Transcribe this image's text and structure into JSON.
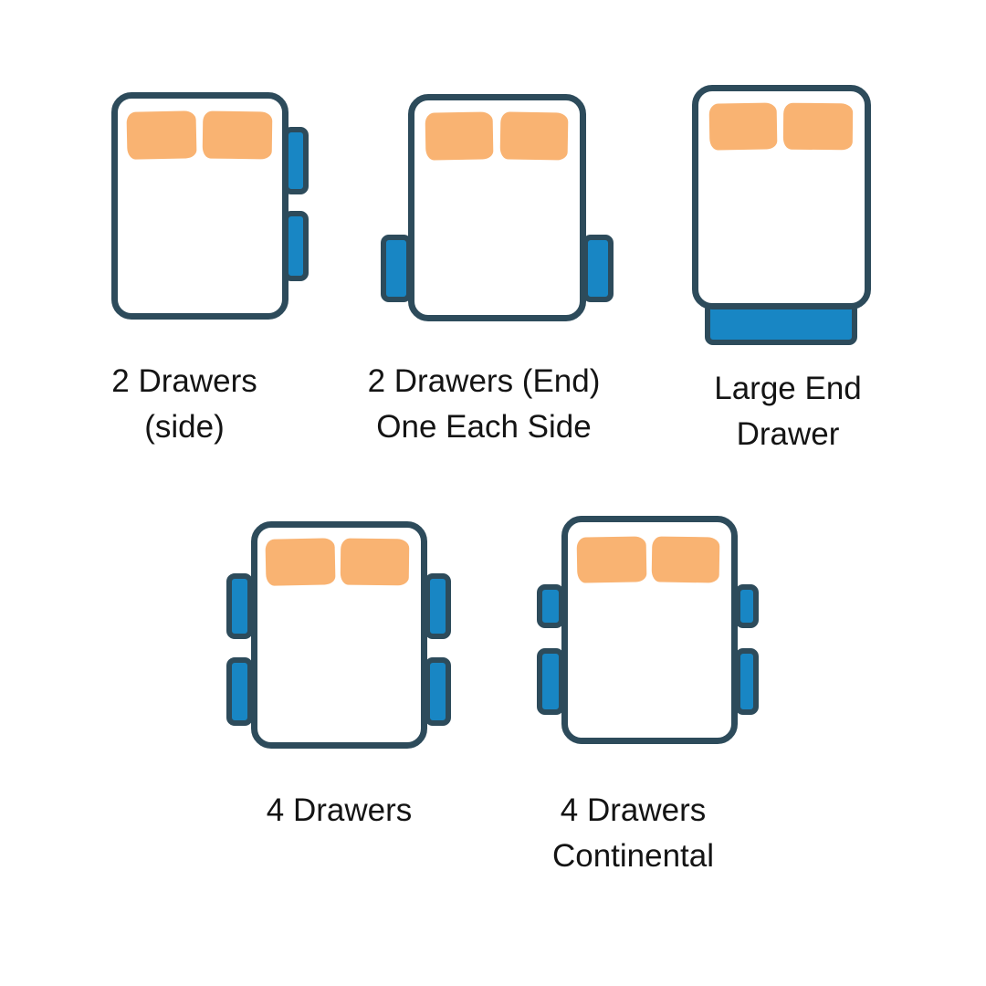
{
  "colors": {
    "outline": "#2d4b5b",
    "drawer_blue": "#1886c4",
    "pillow_orange": "#f9b372",
    "text": "#141414",
    "background": "#ffffff"
  },
  "options": [
    {
      "name": "2-drawers-side",
      "label_lines": [
        "2 Drawers",
        "(side)"
      ],
      "drawer_count": 2,
      "drawer_layout": "two drawers stacked on right side"
    },
    {
      "name": "2-drawers-end-one-each-side",
      "label_lines": [
        "2 Drawers (End)",
        "One Each Side"
      ],
      "drawer_count": 2,
      "drawer_layout": "one drawer each side near foot end"
    },
    {
      "name": "large-end-drawer",
      "label_lines": [
        "Large End",
        "Drawer"
      ],
      "drawer_count": 1,
      "drawer_layout": "full-width drawer at foot end"
    },
    {
      "name": "4-drawers",
      "label_lines": [
        "4 Drawers"
      ],
      "drawer_count": 4,
      "drawer_layout": "two drawers each side"
    },
    {
      "name": "4-drawers-continental",
      "label_lines": [
        "4 Drawers",
        "Continental"
      ],
      "drawer_count": 4,
      "drawer_layout": "two drawers each side, shorter upper drawers"
    }
  ]
}
